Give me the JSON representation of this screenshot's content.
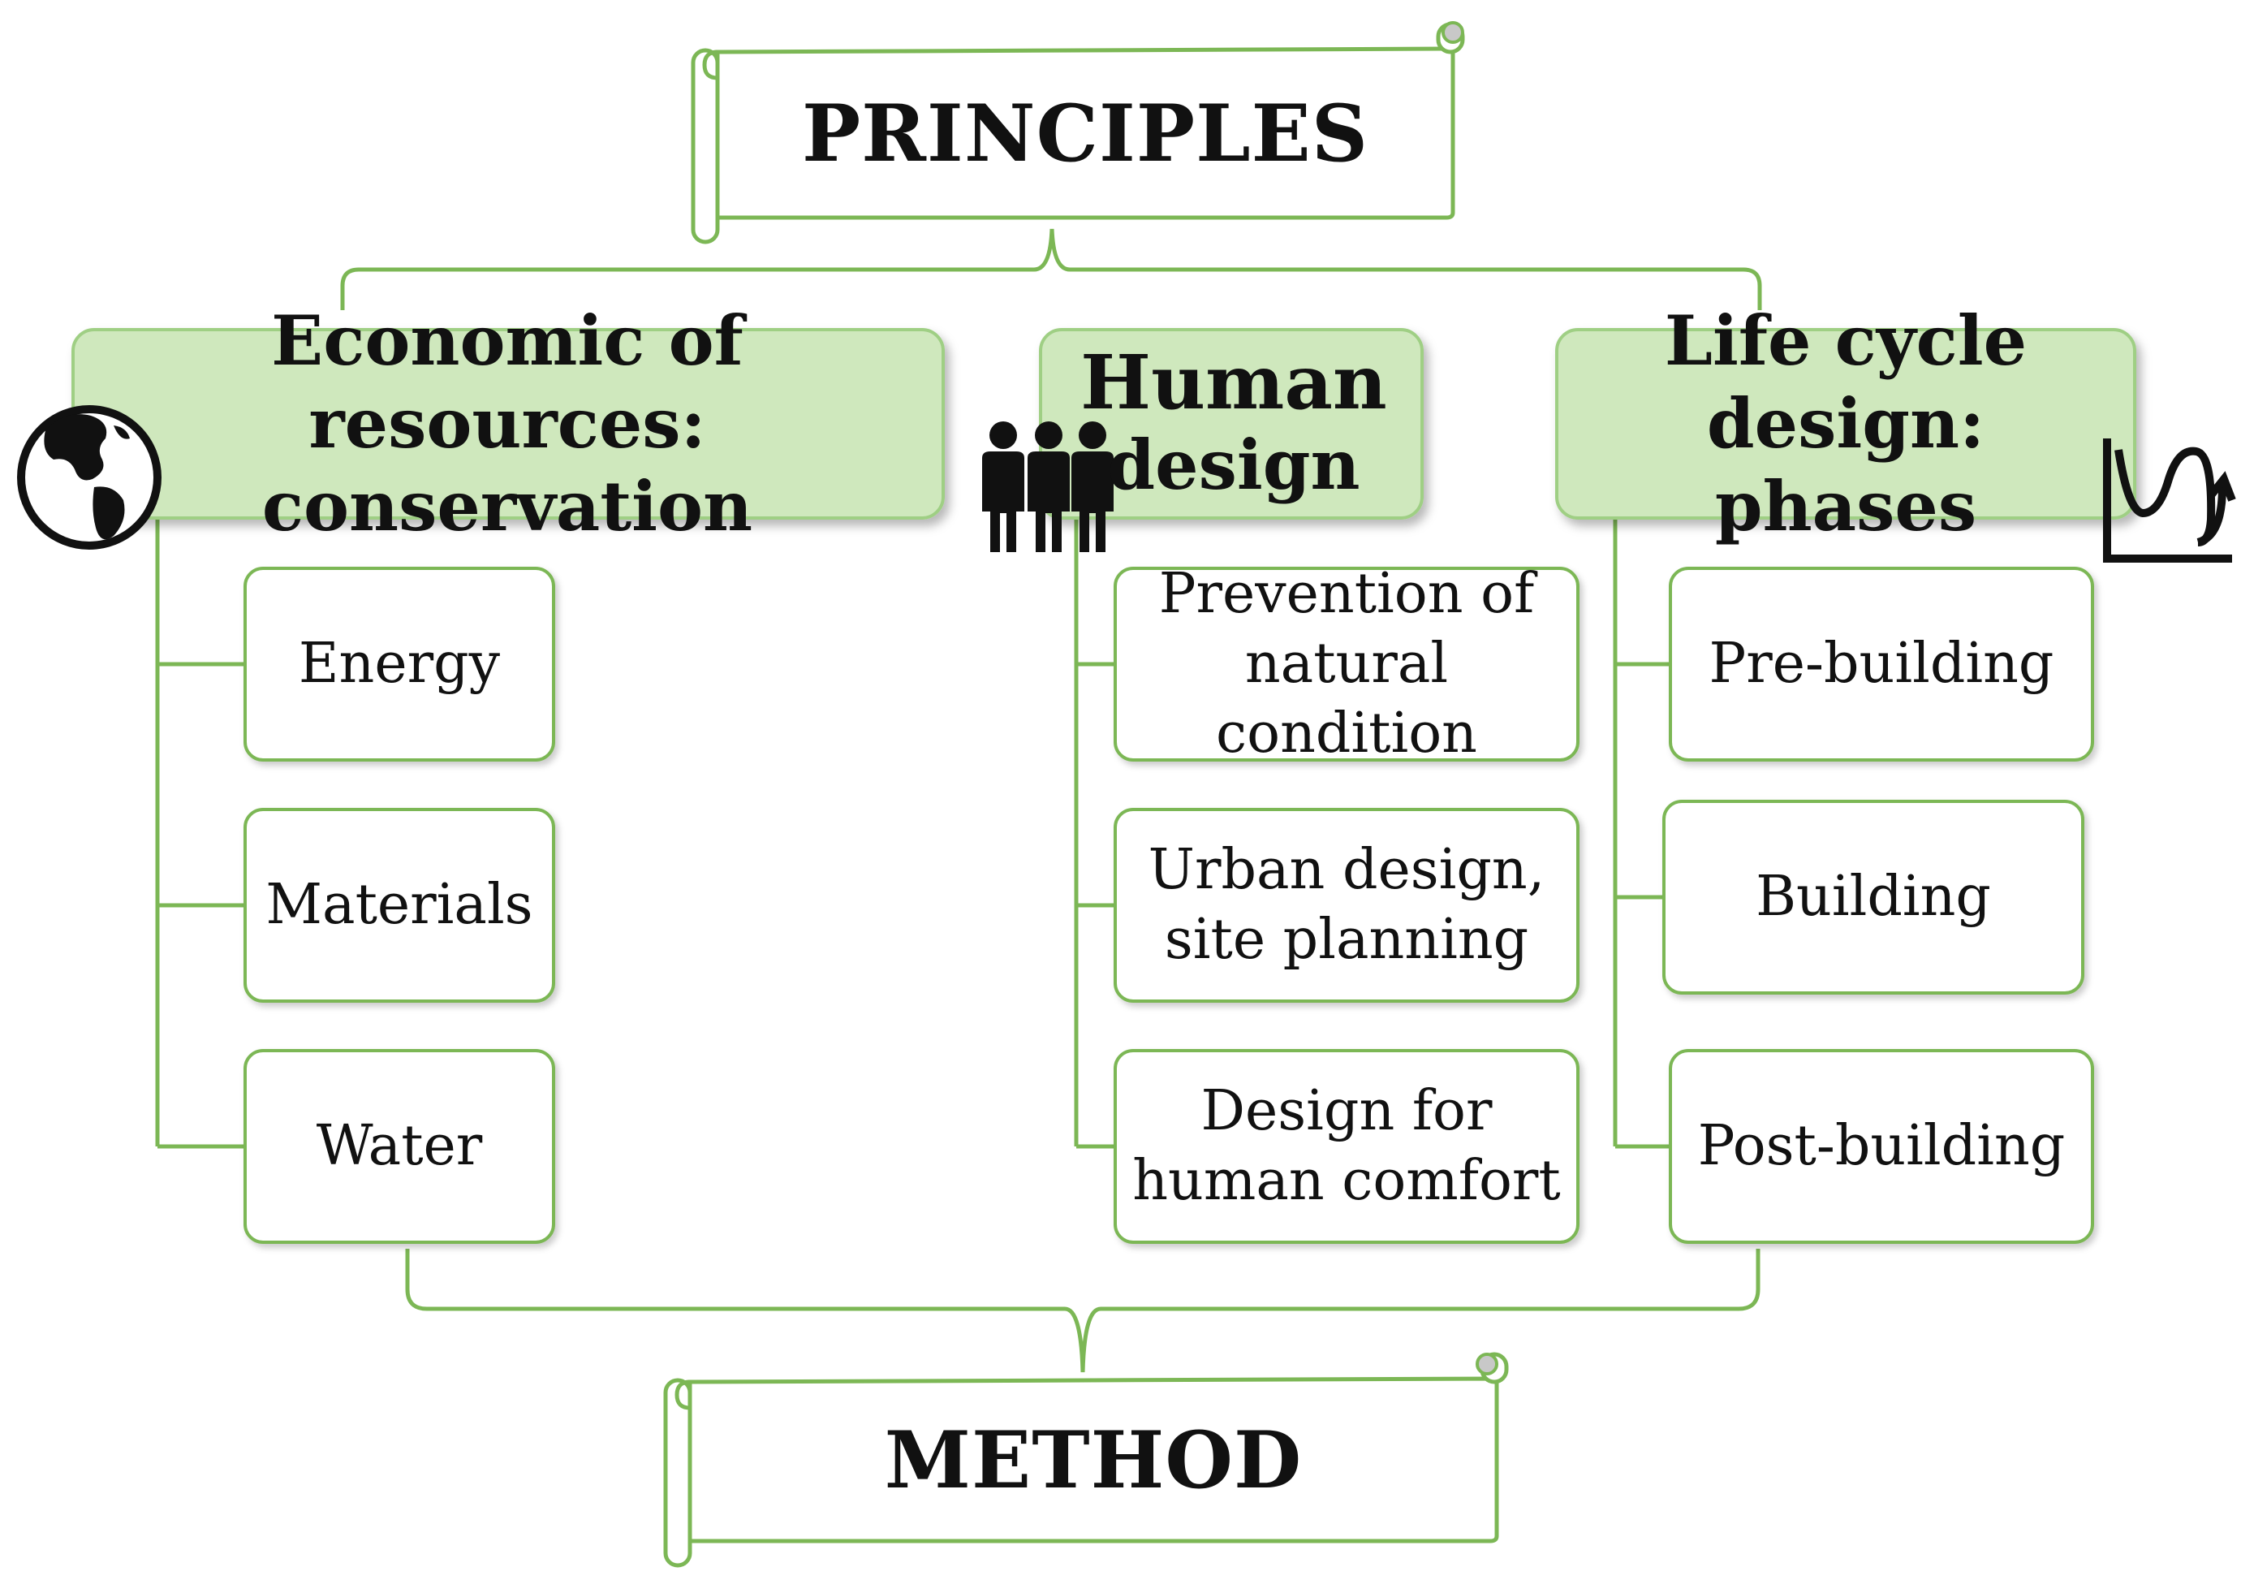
{
  "colors": {
    "line": "#7cb755",
    "header_fill": "#cfe8bd",
    "header_border": "#9fcf84",
    "text": "#111111",
    "icon": "#111111"
  },
  "top_banner": {
    "title": "PRINCIPLES"
  },
  "bottom_banner": {
    "title": "METHOD"
  },
  "branches": [
    {
      "title_line1": "Economic of resources:",
      "title_line2": "conservation",
      "icon": "globe-icon",
      "items": [
        "Energy",
        "Materials",
        "Water"
      ]
    },
    {
      "title_line1": "Human",
      "title_line2": "design",
      "icon": "people-icon",
      "items": [
        {
          "line1": "Prevention of",
          "line2": "natural",
          "line3": "condition"
        },
        {
          "line1": "Urban design,",
          "line2": "site planning"
        },
        {
          "line1": "Design for",
          "line2": "human comfort"
        }
      ]
    },
    {
      "title_line1": "Life cycle design:",
      "title_line2": "phases",
      "icon": "growth-chart-icon",
      "items": [
        "Pre-building",
        "Building",
        "Post-building"
      ]
    }
  ]
}
